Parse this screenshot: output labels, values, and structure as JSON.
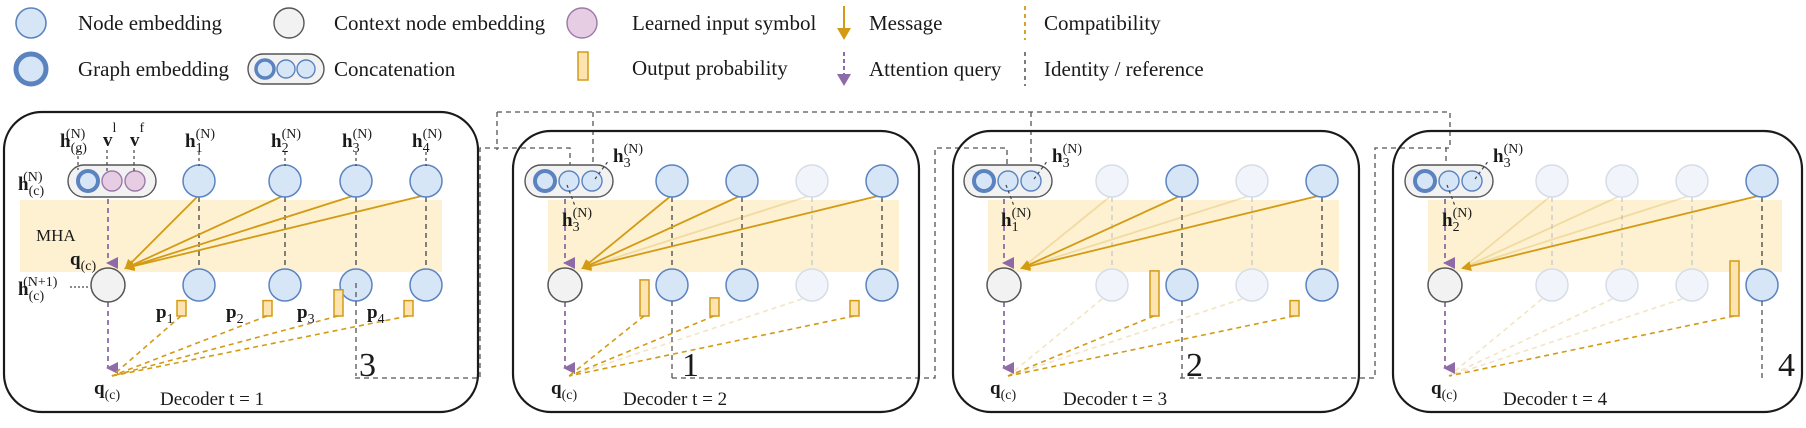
{
  "legend": {
    "node_embedding": "Node embedding",
    "context_node_embedding": "Context node embedding",
    "learned_input_symbol": "Learned input symbol",
    "message": "Message",
    "compatibility": "Compatibility",
    "graph_embedding": "Graph embedding",
    "concatenation": "Concatenation",
    "output_probability": "Output probability",
    "attention_query": "Attention query",
    "identity_reference": "Identity / reference"
  },
  "colors": {
    "node_fill": "#d6e6f7",
    "node_stroke": "#5b83c0",
    "context_fill": "#f2f2f2",
    "learned_fill": "#e6cde4",
    "message": "#d39b14",
    "attention": "#8e6ba8",
    "mha_band": "#fdf1d2",
    "prob_fill": "#fde3b0",
    "prob_stroke": "#d39b14"
  },
  "panel1": {
    "mha": "MHA",
    "h_g": "h",
    "h_g_sub": "(g)",
    "h_g_sup": "(N)",
    "v_l": "v",
    "v_l_sup": "l",
    "v_f": "v",
    "v_f_sup": "f",
    "h_c": "h",
    "h_c_sub": "(c)",
    "h_c_sup": "(N)",
    "h_c_next": "h",
    "h_c_next_sub": "(c)",
    "h_c_next_sup": "(N+1)",
    "q_mid": "q",
    "q_mid_sub": "(c)",
    "node_labels": [
      {
        "main": "h",
        "sub": "1",
        "sup": "(N)"
      },
      {
        "main": "h",
        "sub": "2",
        "sup": "(N)"
      },
      {
        "main": "h",
        "sub": "3",
        "sup": "(N)"
      },
      {
        "main": "h",
        "sub": "4",
        "sup": "(N)"
      }
    ],
    "probs": [
      {
        "main": "p",
        "sub": "1"
      },
      {
        "main": "p",
        "sub": "2"
      },
      {
        "main": "p",
        "sub": "3"
      },
      {
        "main": "p",
        "sub": "4"
      }
    ]
  },
  "panels": [
    {
      "title": "Decoder t = 1",
      "step": "3",
      "query": "q",
      "query_sub": "(c)",
      "probabilities": [
        0.3,
        0.3,
        0.9,
        0.3
      ]
    },
    {
      "title": "Decoder t = 2",
      "step": "1",
      "query": "q",
      "query_sub": "(c)",
      "ref": {
        "main": "h",
        "sub": "3",
        "sup": "(N)"
      },
      "ref_top": {
        "main": "h",
        "sub": "3",
        "sup": "(N)"
      },
      "probabilities": [
        1.45,
        0.45,
        0.0,
        0.3
      ]
    },
    {
      "title": "Decoder t = 3",
      "step": "2",
      "query": "q",
      "query_sub": "(c)",
      "ref": {
        "main": "h",
        "sub": "1",
        "sup": "(N)"
      },
      "ref_top": {
        "main": "h",
        "sub": "3",
        "sup": "(N)"
      },
      "probabilities": [
        0.0,
        1.95,
        0.0,
        0.3
      ]
    },
    {
      "title": "Decoder t = 4",
      "step": "4",
      "query": "q",
      "query_sub": "(c)",
      "ref": {
        "main": "h",
        "sub": "2",
        "sup": "(N)"
      },
      "ref_top": {
        "main": "h",
        "sub": "3",
        "sup": "(N)"
      },
      "probabilities": [
        0.0,
        0.0,
        0.0,
        2.5
      ]
    }
  ]
}
